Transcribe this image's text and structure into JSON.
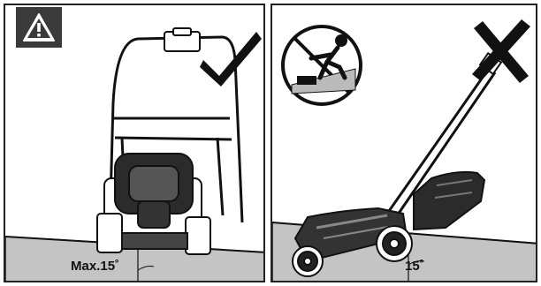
{
  "left_panel": {
    "slope_label": "Max.15˚",
    "verdict": "check"
  },
  "right_panel": {
    "slope_label": "15˚",
    "verdict": "cross",
    "prohibition": "no-sideways-mowing"
  },
  "colors": {
    "slope_fill": "#c4c4c4",
    "warning_bg": "#3a3a3a",
    "ink": "#111111"
  }
}
